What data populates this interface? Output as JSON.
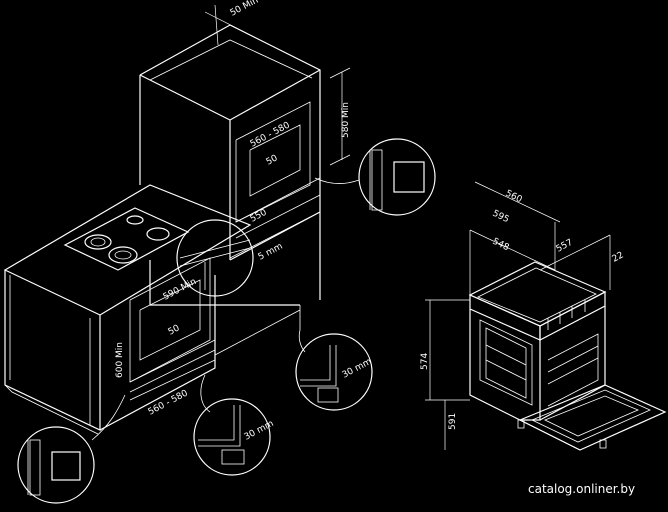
{
  "dimensions": {
    "top_50_min": "50 Min",
    "niche_height_580": "580 Min",
    "width_560_580": "560 - 580",
    "depth_550": "550",
    "side_50": "50",
    "gap_5": "5 mm",
    "inner_590_min": "590 Min",
    "bottom_50": "50",
    "cabinet_600_min": "600 Min",
    "base_560_580": "560 - 580",
    "detail_top_30": "30 mm",
    "detail_bottom_30": "30 mm"
  },
  "oven_dims": {
    "width_595": "595",
    "width_560": "560",
    "depth_548": "548",
    "depth_557": "557",
    "side_22": "22",
    "height_574": "574",
    "height_591": "591"
  },
  "watermark": "catalog.onliner.by",
  "colors": {
    "background": "#000000",
    "line": "#ffffff"
  }
}
